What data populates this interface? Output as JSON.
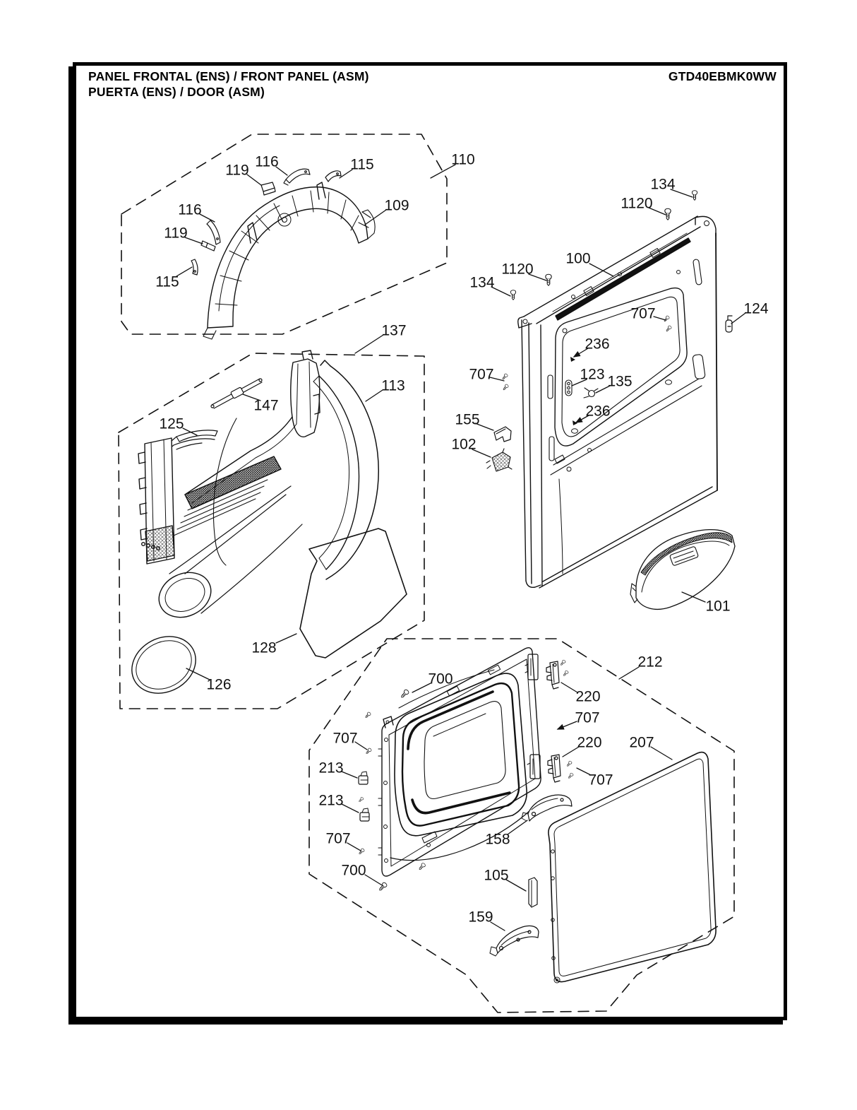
{
  "header": {
    "title_line1": "PANEL FRONTAL (ENS) / FRONT PANEL (ASM)",
    "title_line2": "PUERTA (ENS) / DOOR (ASM)",
    "model_number": "GTD40EBMK0WW"
  },
  "diagram": {
    "type": "exploded-parts-diagram",
    "groups": [
      {
        "name": "top-duct-assembly",
        "callout": "110",
        "parts": [
          "109",
          "115",
          "116",
          "119"
        ]
      },
      {
        "name": "door-inner-frame-assembly",
        "callout": "137",
        "parts": [
          "113",
          "125",
          "126",
          "128",
          "147"
        ]
      },
      {
        "name": "front-panel",
        "callout": "100",
        "parts": [
          "100",
          "101",
          "102",
          "123",
          "124",
          "134",
          "135",
          "155",
          "236",
          "707",
          "1120"
        ]
      },
      {
        "name": "door-assembly",
        "callout": "212",
        "parts": [
          "105",
          "158",
          "159",
          "207",
          "213",
          "220",
          "700",
          "707"
        ]
      }
    ],
    "labels": [
      {
        "part": "110"
      },
      {
        "part": "119"
      },
      {
        "part": "116"
      },
      {
        "part": "115"
      },
      {
        "part": "109"
      },
      {
        "part": "116"
      },
      {
        "part": "119"
      },
      {
        "part": "115"
      },
      {
        "part": "137"
      },
      {
        "part": "147"
      },
      {
        "part": "113"
      },
      {
        "part": "125"
      },
      {
        "part": "128"
      },
      {
        "part": "126"
      },
      {
        "part": "134"
      },
      {
        "part": "1120"
      },
      {
        "part": "100"
      },
      {
        "part": "1120"
      },
      {
        "part": "134"
      },
      {
        "part": "707"
      },
      {
        "part": "124"
      },
      {
        "part": "707"
      },
      {
        "part": "236"
      },
      {
        "part": "123"
      },
      {
        "part": "135"
      },
      {
        "part": "236"
      },
      {
        "part": "155"
      },
      {
        "part": "102"
      },
      {
        "part": "101"
      },
      {
        "part": "212"
      },
      {
        "part": "700"
      },
      {
        "part": "220"
      },
      {
        "part": "707"
      },
      {
        "part": "220"
      },
      {
        "part": "707"
      },
      {
        "part": "207"
      },
      {
        "part": "707"
      },
      {
        "part": "213"
      },
      {
        "part": "213"
      },
      {
        "part": "707"
      },
      {
        "part": "700"
      },
      {
        "part": "158"
      },
      {
        "part": "105"
      },
      {
        "part": "159"
      }
    ]
  }
}
